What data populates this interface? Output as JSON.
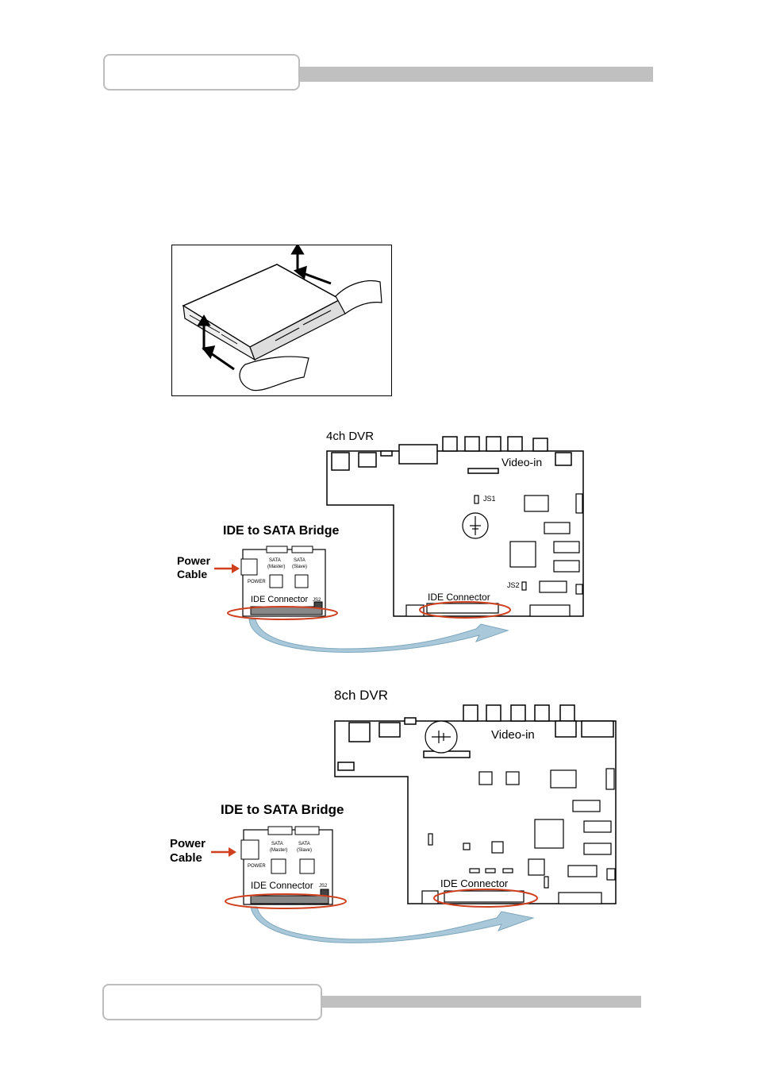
{
  "header": {
    "box_text": ""
  },
  "footer": {
    "box_text": ""
  },
  "figure_4ch": {
    "title": "4ch DVR",
    "video_in": "Video-in",
    "js1": "JS1",
    "js2": "JS2",
    "ide_connector_board": "IDE Connector",
    "bridge_title": "IDE to SATA Bridge",
    "power_cable_line1": "Power",
    "power_cable_line2": "Cable",
    "bridge_sata_left": "SATA",
    "bridge_sata_left_sub": "(Master)",
    "bridge_sata_right": "SATA",
    "bridge_sata_right_sub": "(Slave)",
    "bridge_power": "POWER",
    "bridge_ide_connector": "IDE Connector",
    "bridge_js2": "JS2"
  },
  "figure_8ch": {
    "title": "8ch DVR",
    "video_in": "Video-in",
    "ide_connector_board": "IDE Connector",
    "bridge_title": "IDE to SATA Bridge",
    "power_cable_line1": "Power",
    "power_cable_line2": "Cable",
    "bridge_sata_left": "SATA",
    "bridge_sata_left_sub": "(Master)",
    "bridge_sata_right": "SATA",
    "bridge_sata_right_sub": "(Slave)",
    "bridge_power": "POWER",
    "bridge_ide_connector": "IDE Connector",
    "bridge_js2": "JS2"
  },
  "colors": {
    "header_border": "#bdbdbd",
    "header_bar": "#c0c0c0",
    "highlight_ellipse": "#d0401f",
    "cable_arrow": "#9fc3d6",
    "pointer_arrow": "#d0401f"
  }
}
